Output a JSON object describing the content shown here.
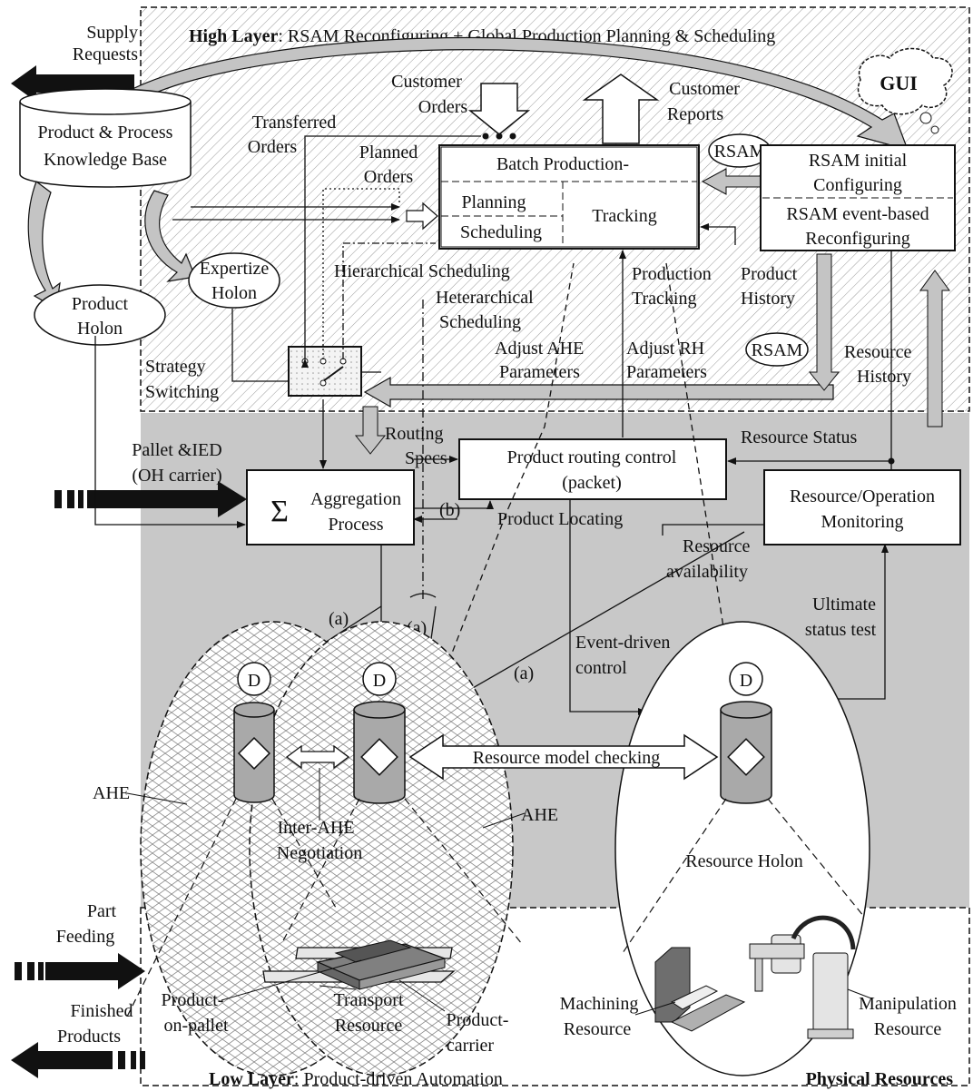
{
  "high_layer": {
    "title_bold": "High Layer",
    "title_rest": ": RSAM Reconfiguring + Global Production Planning & Scheduling"
  },
  "low_layer": {
    "title_bold": "Low Layer",
    "title_rest": ": Product-driven Automation",
    "physical": "Physical Resources"
  },
  "side": {
    "supply_line1": "Supply",
    "supply_line2": "Requests",
    "pallet_line1": "Pallet &IED",
    "pallet_line2": "(OH carrier)",
    "part_line1": "Part",
    "part_line2": "Feeding",
    "finished_line1": "Finished",
    "finished_line2": "Products"
  },
  "kb": {
    "line1": "Product & Process",
    "line2": "Knowledge Base"
  },
  "gui": {
    "label": "GUI"
  },
  "orders": {
    "customer_orders_1": "Customer",
    "customer_orders_2": "Orders",
    "customer_reports_1": "Customer",
    "customer_reports_2": "Reports",
    "transferred_1": "Transferred",
    "transferred_2": "Orders",
    "planned_1": "Planned",
    "planned_2": "Orders"
  },
  "batch": {
    "title": "Batch Production-",
    "planning": "Planning",
    "scheduling": "Scheduling",
    "tracking": "Tracking"
  },
  "rsam": {
    "badge": "RSAM",
    "initial_1": "RSAM initial",
    "initial_2": "Configuring",
    "event_1": "RSAM event-based",
    "event_2": "Reconfiguring"
  },
  "holons": {
    "expertize_1": "Expertize",
    "expertize_2": "Holon",
    "product_1": "Product",
    "product_2": "Holon",
    "resource": "Resource Holon"
  },
  "labels": {
    "hier": "Hierarchical Scheduling",
    "heter_1": "Heterarchical",
    "heter_2": "Scheduling",
    "strategy_1": "Strategy",
    "strategy_2": "Switching",
    "adjust_ahe_1": "Adjust AHE",
    "adjust_ahe_2": "Parameters",
    "adjust_rh_1": "Adjust RH",
    "adjust_rh_2": "Parameters",
    "prod_track_1": "Production",
    "prod_track_2": "Tracking",
    "prod_hist_1": "Product",
    "prod_hist_2": "History",
    "res_hist_1": "Resource",
    "res_hist_2": "History",
    "routing_1": "Routing",
    "routing_2": "Specs",
    "res_status": "Resource Status",
    "prod_locating": "Product Locating",
    "res_avail_1": "Resource",
    "res_avail_2": "availability",
    "ultimate_1": "Ultimate",
    "ultimate_2": "status test",
    "event_1": "Event-driven",
    "event_2": "control",
    "a": "(a)",
    "b": "(b)",
    "res_model": "Resource model checking",
    "inter_1": "Inter-AHE",
    "inter_2": "Negotiation",
    "ahe": "AHE",
    "d": "D"
  },
  "boxes": {
    "routing_1": "Product routing control",
    "routing_2": "(packet)",
    "sigma": "Σ",
    "agg_1": "Aggregation",
    "agg_2": "Process",
    "mon_1": "Resource/Operation",
    "mon_2": "Monitoring"
  },
  "resources": {
    "product_1": "Product-",
    "product_2": "on-pallet",
    "transport_1": "Transport",
    "transport_2": "Resource",
    "carrier_1": "Product-",
    "carrier_2": "carrier",
    "machining_1": "Machining",
    "machining_2": "Resource",
    "manip_1": "Manipulation",
    "manip_2": "Resource"
  },
  "colors": {
    "middle_layer": "#c8c8c8",
    "box_fill": "#ffffff",
    "cylinder": "#a9a9a9",
    "arrow_fill": "#c4c4c4",
    "black": "#111111"
  }
}
